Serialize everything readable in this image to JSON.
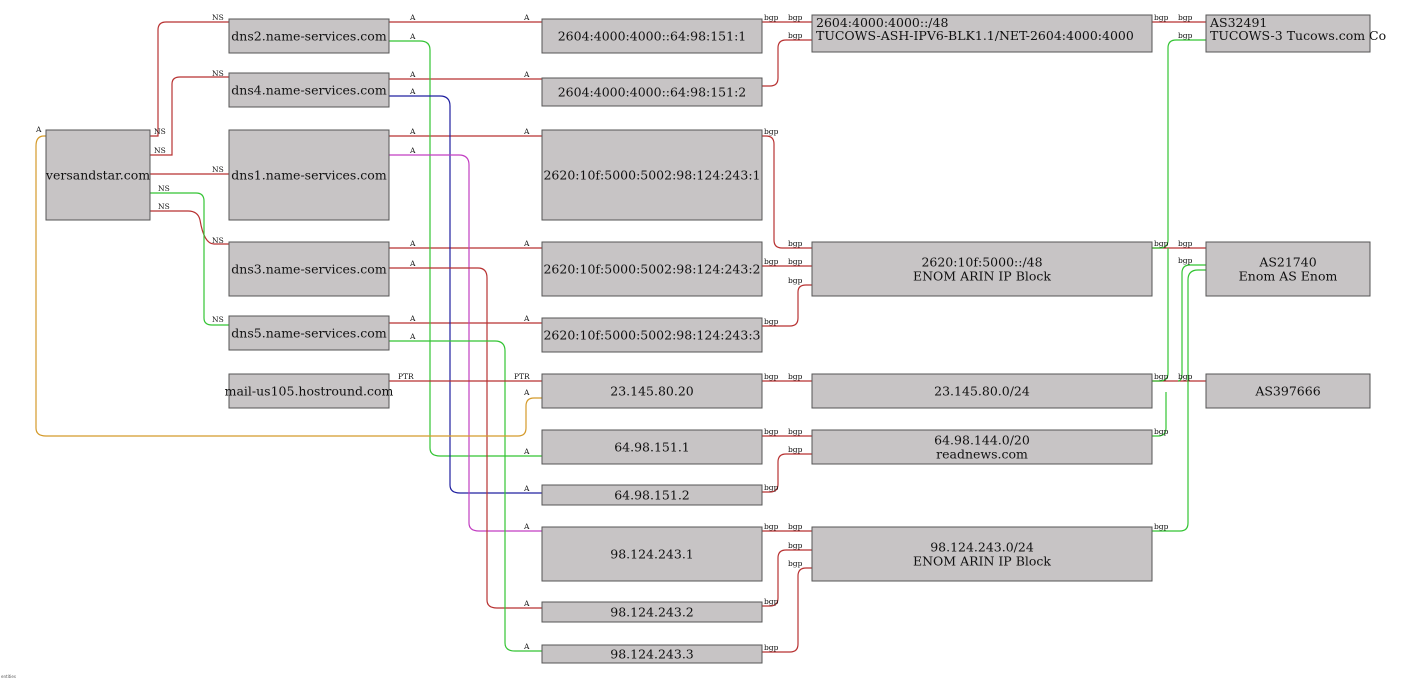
{
  "colors": {
    "red": "#b83232",
    "green": "#33c433",
    "blue": "#2020a0",
    "magenta": "#c23fc2",
    "orange": "#d49a2a",
    "node_fill": "#c7c4c5"
  },
  "nodes": {
    "versandstar": [
      "versandstar.com"
    ],
    "dns2": [
      "dns2.name-services.com"
    ],
    "dns4": [
      "dns4.name-services.com"
    ],
    "dns1": [
      "dns1.name-services.com"
    ],
    "dns3": [
      "dns3.name-services.com"
    ],
    "dns5": [
      "dns5.name-services.com"
    ],
    "mail": [
      "mail-us105.hostround.com"
    ],
    "ip6_151_1": [
      "2604:4000:4000::64:98:151:1"
    ],
    "ip6_151_2": [
      "2604:4000:4000::64:98:151:2"
    ],
    "ip6_243_1": [
      "2620:10f:5000:5002:98:124:243:1"
    ],
    "ip6_243_2": [
      "2620:10f:5000:5002:98:124:243:2"
    ],
    "ip6_243_3": [
      "2620:10f:5000:5002:98:124:243:3"
    ],
    "ip_80_20": [
      "23.145.80.20"
    ],
    "ip_151_1": [
      "64.98.151.1"
    ],
    "ip_151_2": [
      "64.98.151.2"
    ],
    "ip_243_1": [
      "98.124.243.1"
    ],
    "ip_243_2": [
      "98.124.243.2"
    ],
    "ip_243_3": [
      "98.124.243.3"
    ],
    "net_2604": [
      "2604:4000:4000::/48",
      "TUCOWS-ASH-IPV6-BLK1.1/NET-2604:4000:4000"
    ],
    "net_2620": [
      "2620:10f:5000::/48",
      "ENOM ARIN IP Block"
    ],
    "net_23": [
      "23.145.80.0/24"
    ],
    "net_64": [
      "64.98.144.0/20",
      "readnews.com"
    ],
    "net_98": [
      "98.124.243.0/24",
      "ENOM ARIN IP Block"
    ],
    "as32491": [
      "AS32491",
      "TUCOWS-3 Tucows.com Co"
    ],
    "as21740": [
      "AS21740",
      "Enom AS Enom"
    ],
    "as397666": [
      "AS397666"
    ]
  },
  "edge_labels": {
    "ns": "NS",
    "a": "A",
    "ptr": "PTR",
    "bgp": "bgp"
  },
  "footer": "entities"
}
